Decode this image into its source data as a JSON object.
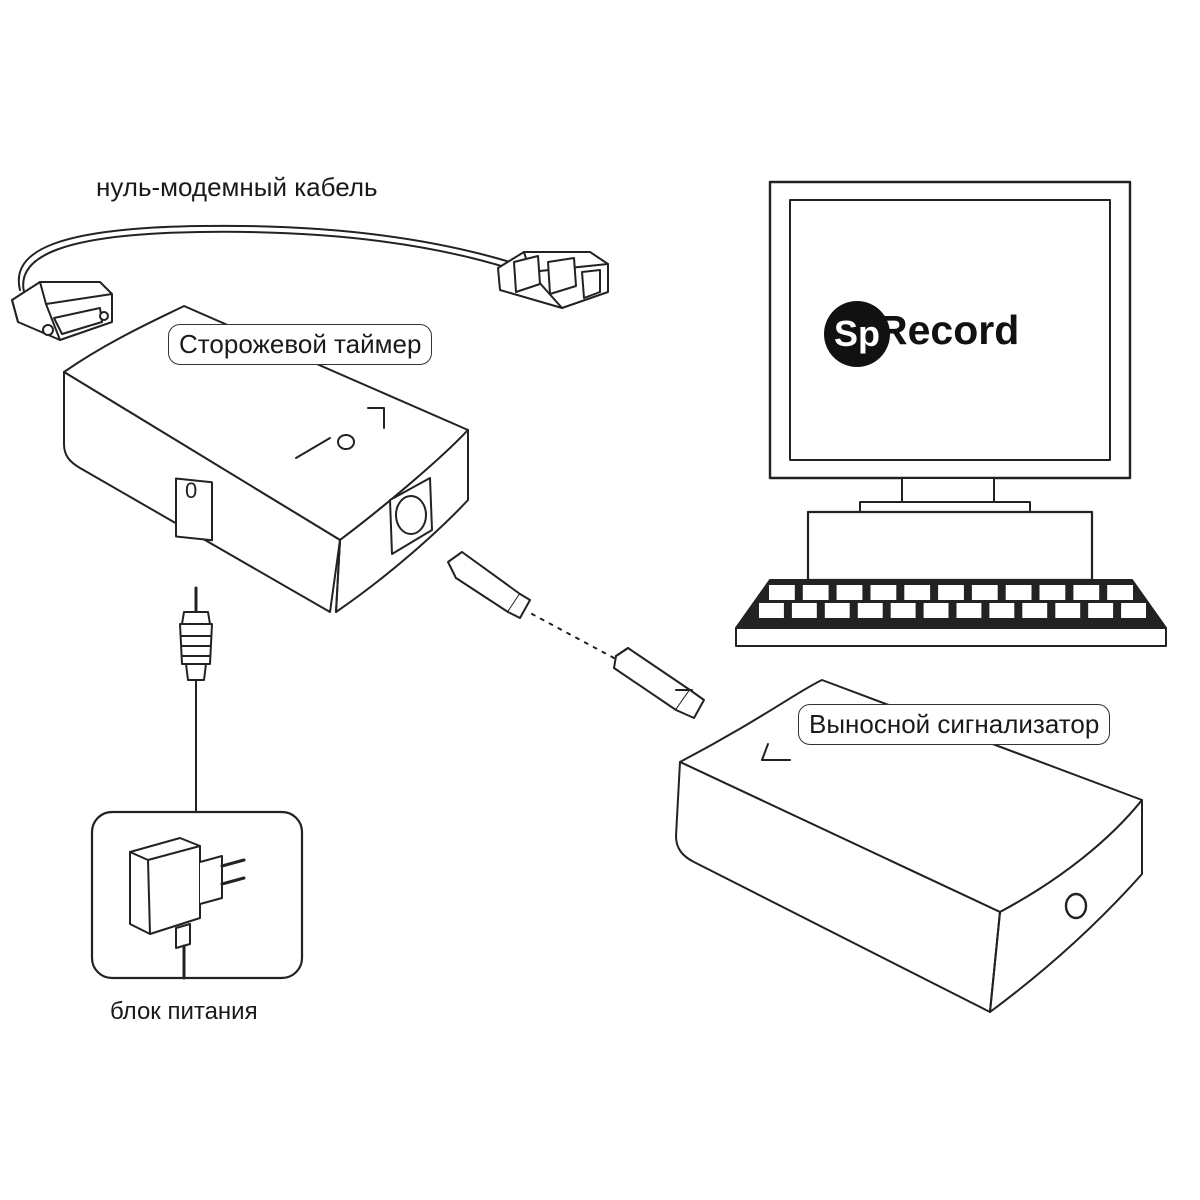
{
  "labels": {
    "null_modem_cable": "нуль-модемный кабель",
    "watchdog_timer": "Сторожевой таймер",
    "remote_alarm": "Выносной сигнализатор",
    "power_supply": "блок питания"
  },
  "logo": {
    "badge": "Sp",
    "word": "Record"
  },
  "switch": {
    "glyph": "0"
  }
}
